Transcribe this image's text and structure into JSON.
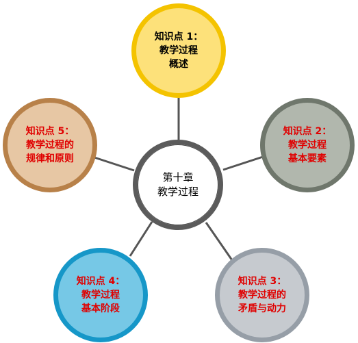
{
  "center": {
    "line1": "第十章",
    "line2": "教学过程"
  },
  "nodes": [
    {
      "id": "1",
      "title": "知识点 1：",
      "line2": "教学过程",
      "line3": "概述",
      "border_color": "#f4c300",
      "fill_color": "#fde17a",
      "text_color": "#000000"
    },
    {
      "id": "2",
      "title": "知识点 2：",
      "line2": "教学过程",
      "line3": "基本要素",
      "border_color": "#6f776c",
      "fill_color": "#b1b7ad",
      "text_color": "#e00000"
    },
    {
      "id": "3",
      "title": "知识点 3：",
      "line2": "教学过程的",
      "line3": "矛盾与动力",
      "border_color": "#969ea7",
      "fill_color": "#c6cacf",
      "text_color": "#e00000"
    },
    {
      "id": "4",
      "title": "知识点 4：",
      "line2": "教学过程",
      "line3": "基本阶段",
      "border_color": "#1697c8",
      "fill_color": "#76c8e6",
      "text_color": "#e00000"
    },
    {
      "id": "5",
      "title": "知识点 5：",
      "line2": "教学过程的",
      "line3": "规律和原则",
      "border_color": "#b88149",
      "fill_color": "#e7c7a4",
      "text_color": "#e00000"
    }
  ],
  "connector_color": "#555555",
  "center_border_color": "#5b5b5b"
}
